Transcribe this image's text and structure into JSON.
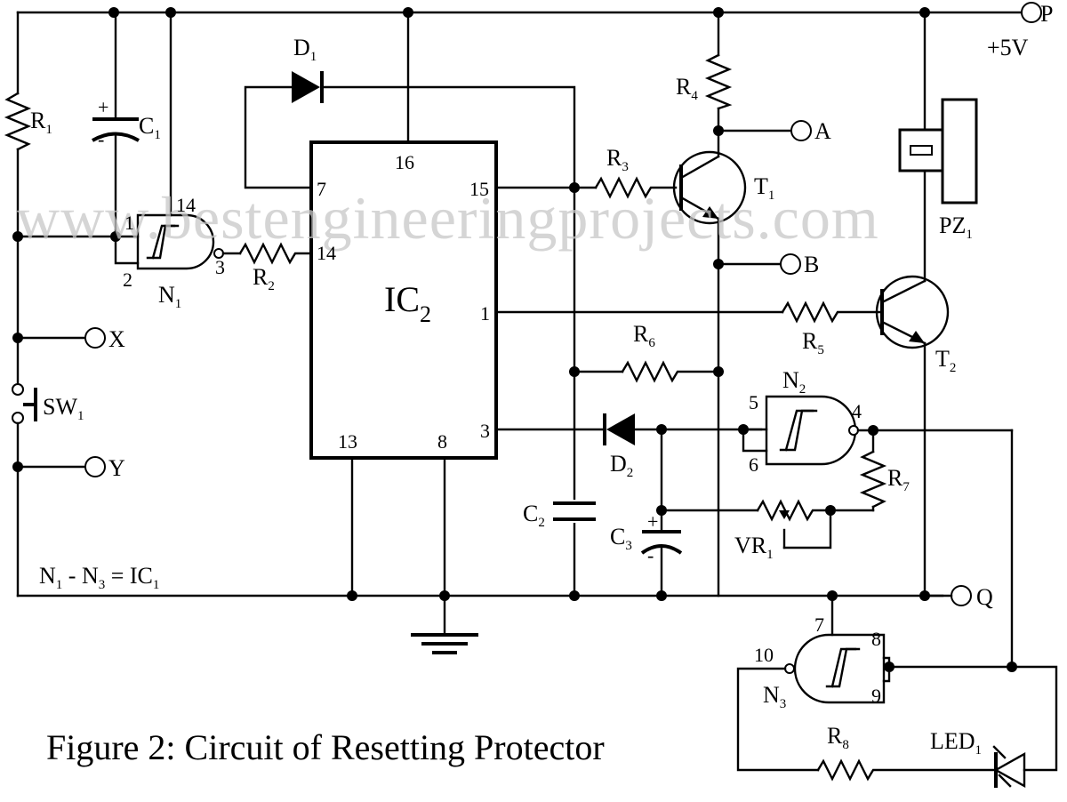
{
  "watermark": "www.bestengineeringprojects.com",
  "caption": "Figure 2: Circuit of Resetting Protector",
  "note": {
    "left": "N",
    "s1": "1",
    "mid": " - N",
    "s2": "3",
    "right": " = IC",
    "s3": "1"
  },
  "supply": "+5V",
  "terminals": {
    "P": "P",
    "A": "A",
    "B": "B",
    "X": "X",
    "Y": "Y",
    "Q": "Q"
  },
  "ic2": {
    "name": "IC",
    "sub": "2",
    "pins": {
      "p7": "7",
      "p16": "16",
      "p15": "15",
      "p14": "14",
      "p1": "1",
      "p3": "3",
      "p13": "13",
      "p8": "8"
    }
  },
  "components": {
    "R1": {
      "n": "R",
      "s": "1"
    },
    "R2": {
      "n": "R",
      "s": "2"
    },
    "R3": {
      "n": "R",
      "s": "3"
    },
    "R4": {
      "n": "R",
      "s": "4"
    },
    "R5": {
      "n": "R",
      "s": "5"
    },
    "R6": {
      "n": "R",
      "s": "6"
    },
    "R7": {
      "n": "R",
      "s": "7"
    },
    "R8": {
      "n": "R",
      "s": "8"
    },
    "C1": {
      "n": "C",
      "s": "1"
    },
    "C2": {
      "n": "C",
      "s": "2"
    },
    "C3": {
      "n": "C",
      "s": "3"
    },
    "D1": {
      "n": "D",
      "s": "1"
    },
    "D2": {
      "n": "D",
      "s": "2"
    },
    "T1": {
      "n": "T",
      "s": "1"
    },
    "T2": {
      "n": "T",
      "s": "2"
    },
    "N1": {
      "n": "N",
      "s": "1"
    },
    "N2": {
      "n": "N",
      "s": "2"
    },
    "N3": {
      "n": "N",
      "s": "3"
    },
    "SW1": {
      "n": "SW",
      "s": "1"
    },
    "VR1": {
      "n": "VR",
      "s": "1"
    },
    "PZ1": {
      "n": "PZ",
      "s": "1"
    },
    "LED1": {
      "n": "LED",
      "s": "1"
    }
  },
  "gate_pins": {
    "n1": {
      "a": "1",
      "b": "2",
      "out": "3",
      "vcc": "14"
    },
    "n2": {
      "a": "5",
      "b": "6",
      "out": "4"
    },
    "n3": {
      "a": "8",
      "b": "9",
      "out": "10",
      "gnd": "7"
    }
  },
  "polarity": {
    "plus": "+",
    "minus": "-"
  }
}
